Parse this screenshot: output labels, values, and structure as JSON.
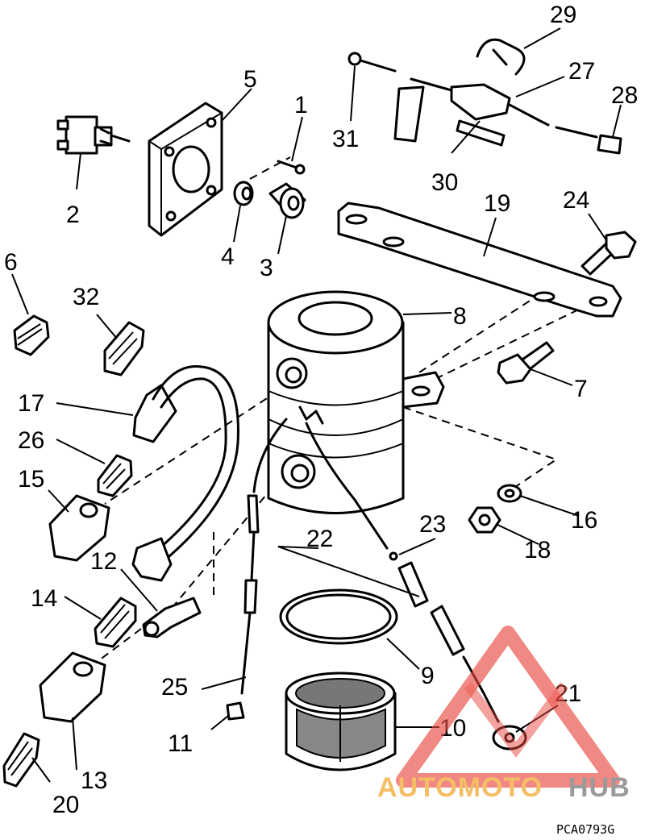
{
  "figure": {
    "reference_code": "PCA0793G"
  },
  "callouts": [
    {
      "id": "c1",
      "label": "1"
    },
    {
      "id": "c2",
      "label": "2"
    },
    {
      "id": "c3",
      "label": "3"
    },
    {
      "id": "c4",
      "label": "4"
    },
    {
      "id": "c5",
      "label": "5"
    },
    {
      "id": "c6",
      "label": "6"
    },
    {
      "id": "c7",
      "label": "7"
    },
    {
      "id": "c8",
      "label": "8"
    },
    {
      "id": "c9",
      "label": "9"
    },
    {
      "id": "c10",
      "label": "10"
    },
    {
      "id": "c11",
      "label": "11"
    },
    {
      "id": "c12",
      "label": "12"
    },
    {
      "id": "c13",
      "label": "13"
    },
    {
      "id": "c14",
      "label": "14"
    },
    {
      "id": "c15",
      "label": "15"
    },
    {
      "id": "c16",
      "label": "16"
    },
    {
      "id": "c17",
      "label": "17"
    },
    {
      "id": "c18",
      "label": "18"
    },
    {
      "id": "c19",
      "label": "19"
    },
    {
      "id": "c20",
      "label": "20"
    },
    {
      "id": "c21",
      "label": "21"
    },
    {
      "id": "c22",
      "label": "22"
    },
    {
      "id": "c23",
      "label": "23"
    },
    {
      "id": "c24",
      "label": "24"
    },
    {
      "id": "c25",
      "label": "25"
    },
    {
      "id": "c26",
      "label": "26"
    },
    {
      "id": "c27",
      "label": "27"
    },
    {
      "id": "c28",
      "label": "28"
    },
    {
      "id": "c29",
      "label": "29"
    },
    {
      "id": "c30",
      "label": "30"
    },
    {
      "id": "c31",
      "label": "31"
    },
    {
      "id": "c32",
      "label": "32"
    }
  ],
  "watermark": {
    "part1": "AUTOMOTO",
    "part2": "HUB",
    "colors": {
      "orange": "#f4b24a",
      "grey": "#8a8a8a",
      "red_triangle": "#e8473f"
    }
  }
}
